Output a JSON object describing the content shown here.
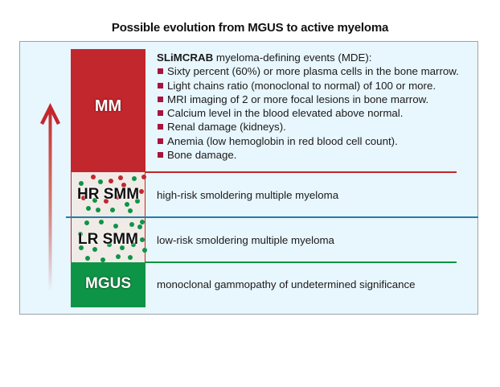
{
  "title": "Possible evolution from MGUS to active myeloma",
  "stages": {
    "mm": {
      "label": "MM",
      "color": "#c1272d"
    },
    "hr_smm": {
      "label": "HR SMM",
      "description": "high-risk smoldering multiple myeloma"
    },
    "lr_smm": {
      "label": "LR SMM",
      "description": "low-risk smoldering multiple myeloma"
    },
    "mgus": {
      "label": "MGUS",
      "description": "monoclonal gammopathy of undetermined significance",
      "color": "#0e9447"
    }
  },
  "mde": {
    "heading_bold": "SLiMCRAB",
    "heading_rest": " myeloma-defining events (MDE):",
    "items": [
      "Sixty percent (60%) or more plasma cells in the bone marrow.",
      "Light chains ratio (monoclonal to normal) of 100 or more.",
      "MRI imaging of 2 or more focal lesions in bone marrow.",
      "Calcium level in the blood elevated above normal.",
      "Renal damage (kidneys).",
      "Anemia (low hemoglobin in red blood cell count).",
      "Bone damage."
    ]
  },
  "colors": {
    "red": "#c1272d",
    "green": "#0e9447",
    "blue": "#1f7fa8",
    "panel": "#e8f6fd"
  }
}
